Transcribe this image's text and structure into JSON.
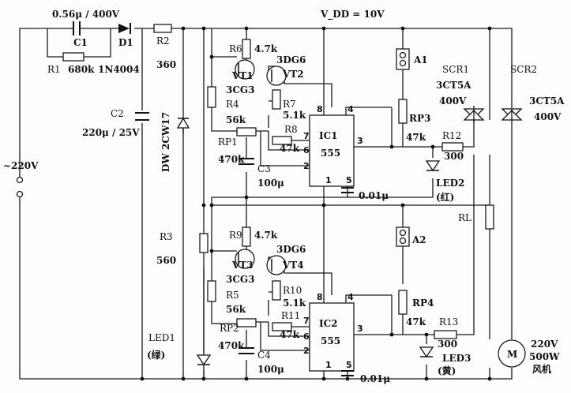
{
  "supply": {
    "ac_label": "~220V",
    "vdd_label": "V_DD = 10V"
  },
  "top": {
    "c_series_value": "0.56μ / 400V",
    "c1": "C1",
    "d1": "D1",
    "r1": "R1",
    "r1_value": "680k",
    "d1_part": "1N4004",
    "r2": "R2",
    "r2_value": "360",
    "c2": "C2",
    "c2_value": "220μ / 25V",
    "zener": "DW 2CW17"
  },
  "stage1": {
    "r6": "R6",
    "r6_value": "4.7k",
    "vt1": "VT1",
    "vt1_part": "3CG3",
    "vt2": "VT2",
    "vt2_part": "3DG6",
    "r4": "R4",
    "r4_value": "56k",
    "r7": "R7",
    "r7_value": "5.1k",
    "r8": "R8",
    "r8_value": "47k",
    "rp1": "RP1",
    "rp1_value": "470k",
    "c3": "C3",
    "c3_value": "100μ",
    "ic1": "IC1",
    "ic1_part": "555",
    "c_ic_value": "0.01μ",
    "a1": "A1",
    "rp3": "RP3",
    "rp3_value": "47k",
    "r12": "R12",
    "r12_value": "300",
    "led2": "LED2",
    "led2_color": "(红)",
    "scr1": "SCR1",
    "scr1_part": "3CT5A",
    "scr1_rating": "400V"
  },
  "stage2": {
    "r3": "R3",
    "r3_value": "560",
    "r9": "R9",
    "r9_value": "4.7k",
    "vt3": "VT3",
    "vt3_part": "3CG3",
    "vt4": "VT4",
    "vt4_part": "3DG6",
    "r5": "R5",
    "r5_value": "56k",
    "r10": "R10",
    "r10_value": "5.1k",
    "r11": "R11",
    "r11_value": "47k",
    "rp2": "RP2",
    "rp2_value": "470k",
    "c4": "C4",
    "c4_value": "100μ",
    "ic2": "IC2",
    "ic2_part": "555",
    "c_ic_value": "0.01μ",
    "a2": "A2",
    "rp4": "RP4",
    "rp4_value": "47k",
    "r13": "R13",
    "r13_value": "300",
    "led3": "LED3",
    "led3_color": "(黄)",
    "led1": "LED1",
    "led1_color": "(绿)"
  },
  "output": {
    "scr2": "SCR2",
    "scr2_part": "3CT5A",
    "scr2_rating": "400V",
    "rl": "RL",
    "motor": "M",
    "motor_v": "220V",
    "motor_w": "500W",
    "motor_name": "风机"
  },
  "pins": {
    "p8": "8",
    "p4": "4",
    "p7": "7",
    "p6": "6",
    "p2": "2",
    "p3": "3",
    "p1": "1",
    "p5": "5"
  }
}
